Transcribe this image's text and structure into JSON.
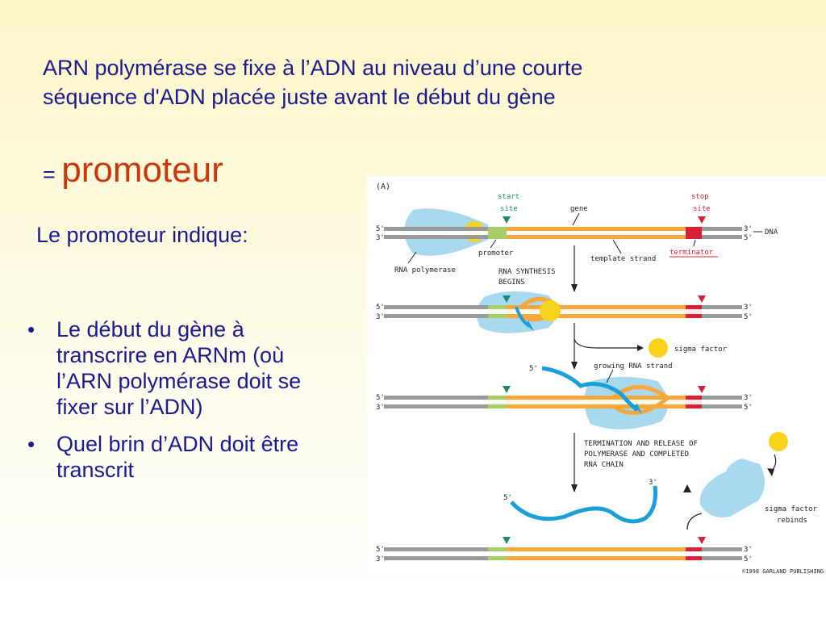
{
  "slide": {
    "intro_line1": "ARN polymérase se fixe à l’ADN au niveau d’une courte",
    "intro_line2": "séquence d'ADN placée juste avant le début du gène",
    "promo_prefix": "= ",
    "promo_word": "promoteur",
    "indique": "Le promoteur indique:",
    "bullets": [
      {
        "marker": "•",
        "line1": "Le début du gène à",
        "line2": "transcrire en ARNm (où",
        "line3": "l’ARN polymérase doit se",
        "line4": "fixer sur l’ADN)"
      },
      {
        "marker": "•",
        "line1": "Quel brin d’ADN doit être",
        "line2": "transcrit"
      }
    ]
  },
  "figure": {
    "panel": "(A)",
    "start_site_1": "start",
    "start_site_2": "site",
    "stop_site_1": "stop",
    "stop_site_2": "site",
    "gene": "gene",
    "dna": "DNA",
    "five": "5'",
    "three": "3'",
    "rna_polymerase": "RNA polymerase",
    "promoter": "promoter",
    "template_strand": "template strand",
    "terminator": "terminator",
    "rna_synthesis_1": "RNA SYNTHESIS",
    "rna_synthesis_2": "BEGINS",
    "sigma_factor": "sigma factor",
    "growing_rna": "growing RNA strand",
    "termination_1": "TERMINATION AND RELEASE OF",
    "termination_2": "POLYMERASE AND COMPLETED",
    "termination_3": "RNA CHAIN",
    "rebinds_1": "sigma factor",
    "rebinds_2": "rebinds",
    "copyright": "©1998 GARLAND PUBLISHING",
    "colors": {
      "gene": "#f6a93a",
      "promoter": "#a6cf6a",
      "terminator": "#d8203a",
      "dna": "#9a9a9a",
      "polymerase": "#a9d9ef",
      "sigma": "#f9d21c",
      "rna": "#1a9fd6",
      "start_marker": "#1c8a6c",
      "stop_marker": "#d8203a"
    }
  }
}
